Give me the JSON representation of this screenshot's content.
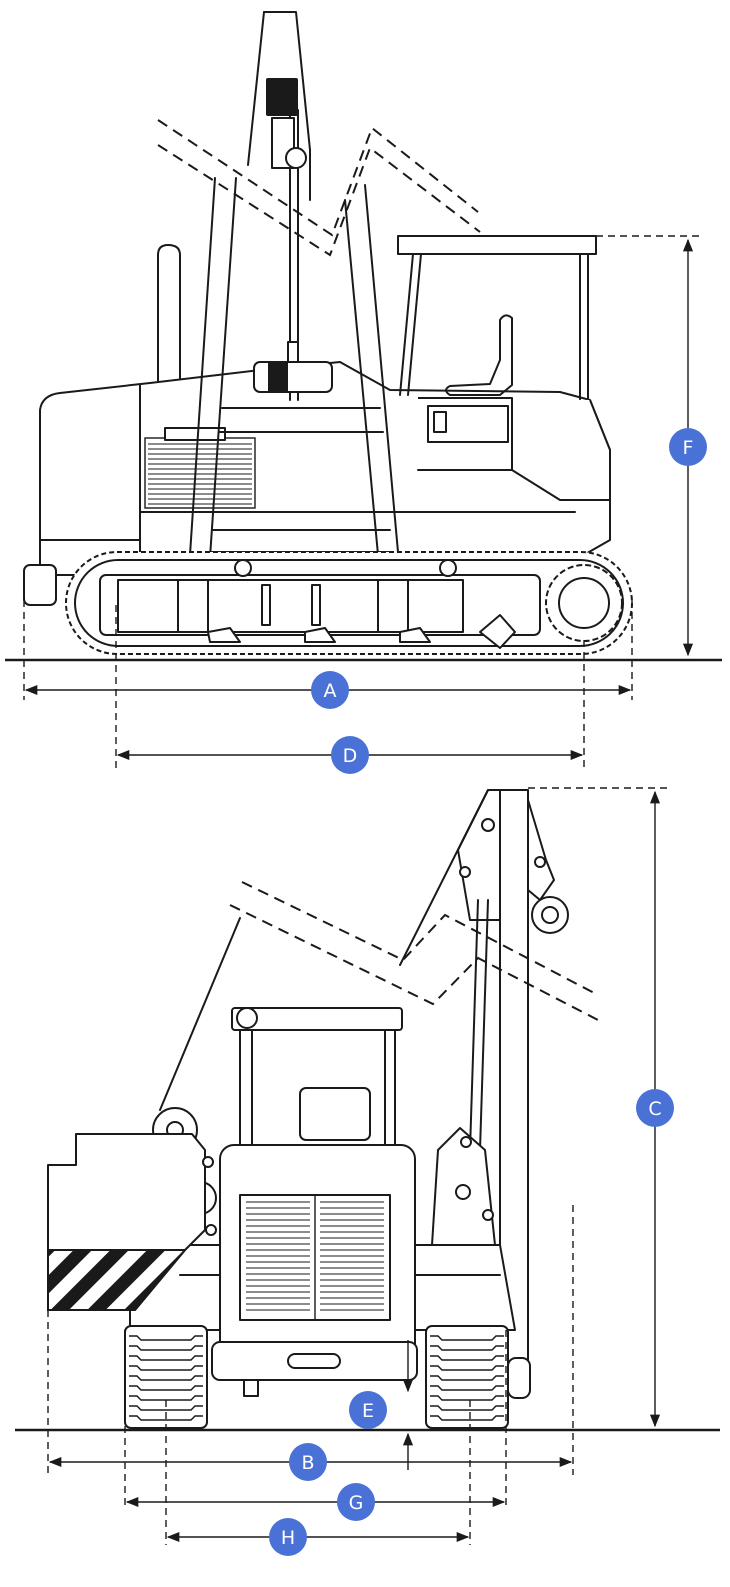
{
  "labels": {
    "A": "A",
    "B": "B",
    "C": "C",
    "D": "D",
    "E": "E",
    "F": "F",
    "G": "G",
    "H": "H"
  },
  "colors": {
    "badge": "#4a72d6",
    "line": "#1a1a1a",
    "background": "#ffffff"
  }
}
